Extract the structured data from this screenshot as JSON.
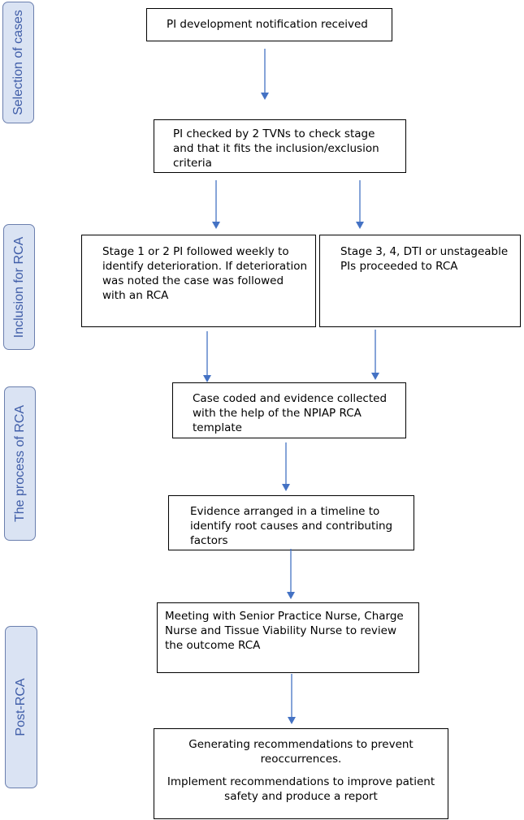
{
  "phases": {
    "selection": "Selection of cases",
    "inclusion": "Inclusion for RCA",
    "process": "The process of RCA",
    "post": "Post-RCA"
  },
  "boxes": {
    "notification": "PI development notification received",
    "checked": "PI checked by 2 TVNs to check stage and that it fits the inclusion/exclusion criteria",
    "stage12": "Stage 1 or 2 PI followed weekly to identify deterioration. If deterioration was noted the case was followed with an RCA",
    "stage34": "Stage 3, 4, DTI or unstageable PIs proceeded to RCA",
    "coded": "Case coded and evidence collected with the help of the NPIAP RCA template",
    "timeline": "Evidence arranged in a timeline to identify root causes and contributing factors",
    "meeting": "Meeting with Senior Practice Nurse, Charge Nurse and Tissue Viability Nurse to review the outcome RCA",
    "recommendations": "Generating recommendations to prevent reoccurrences.",
    "implement": "Implement recommendations to improve patient safety and produce a report"
  },
  "colors": {
    "arrow": "#4472c4",
    "phase_fill": "#dae3f3",
    "phase_text": "#3f5da8"
  }
}
